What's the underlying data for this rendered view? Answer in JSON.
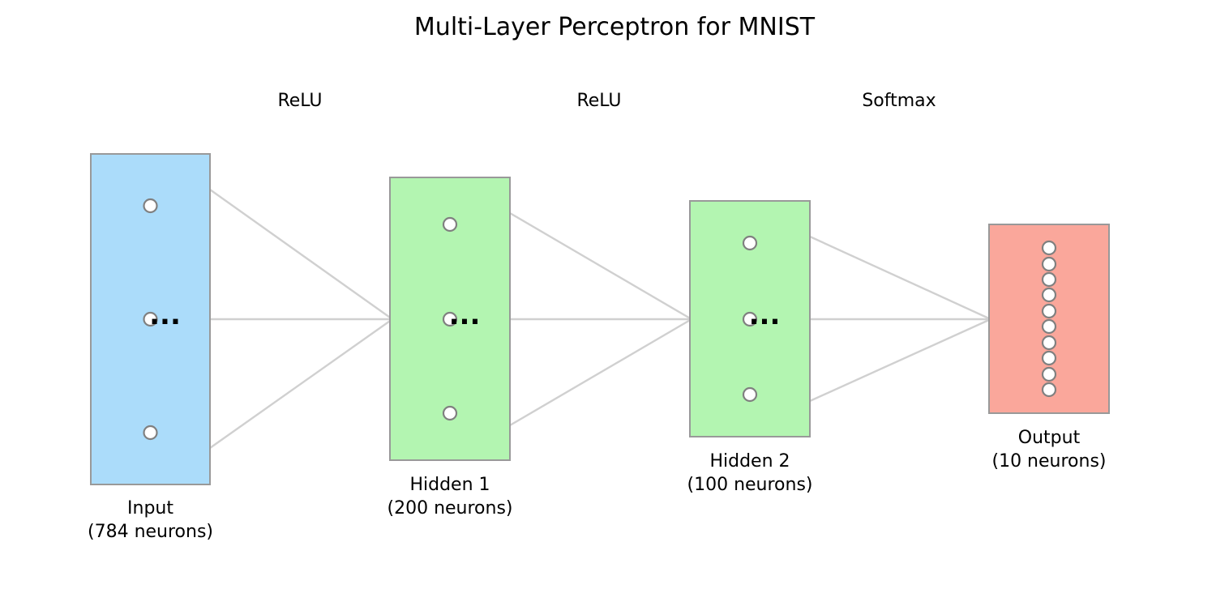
{
  "title": "Multi-Layer Perceptron for MNIST",
  "ellipsis": "...",
  "layers": [
    {
      "name": "Input",
      "units": "(784 neurons)",
      "color": "#abdcfa",
      "visible_neurons": 3,
      "ellipsis": true
    },
    {
      "name": "Hidden 1",
      "units": "(200 neurons)",
      "color": "#b3f5b1",
      "visible_neurons": 3,
      "ellipsis": true
    },
    {
      "name": "Hidden 2",
      "units": "(100 neurons)",
      "color": "#b3f5b1",
      "visible_neurons": 3,
      "ellipsis": true
    },
    {
      "name": "Output",
      "units": "(10 neurons)",
      "color": "#faa79b",
      "visible_neurons": 10,
      "ellipsis": false
    }
  ],
  "activations": [
    "ReLU",
    "ReLU",
    "Softmax"
  ],
  "colors": {
    "border": "#999999",
    "neuron_fill": "#ffffff",
    "neuron_stroke": "#808080",
    "connection": "#d0d0d0"
  }
}
